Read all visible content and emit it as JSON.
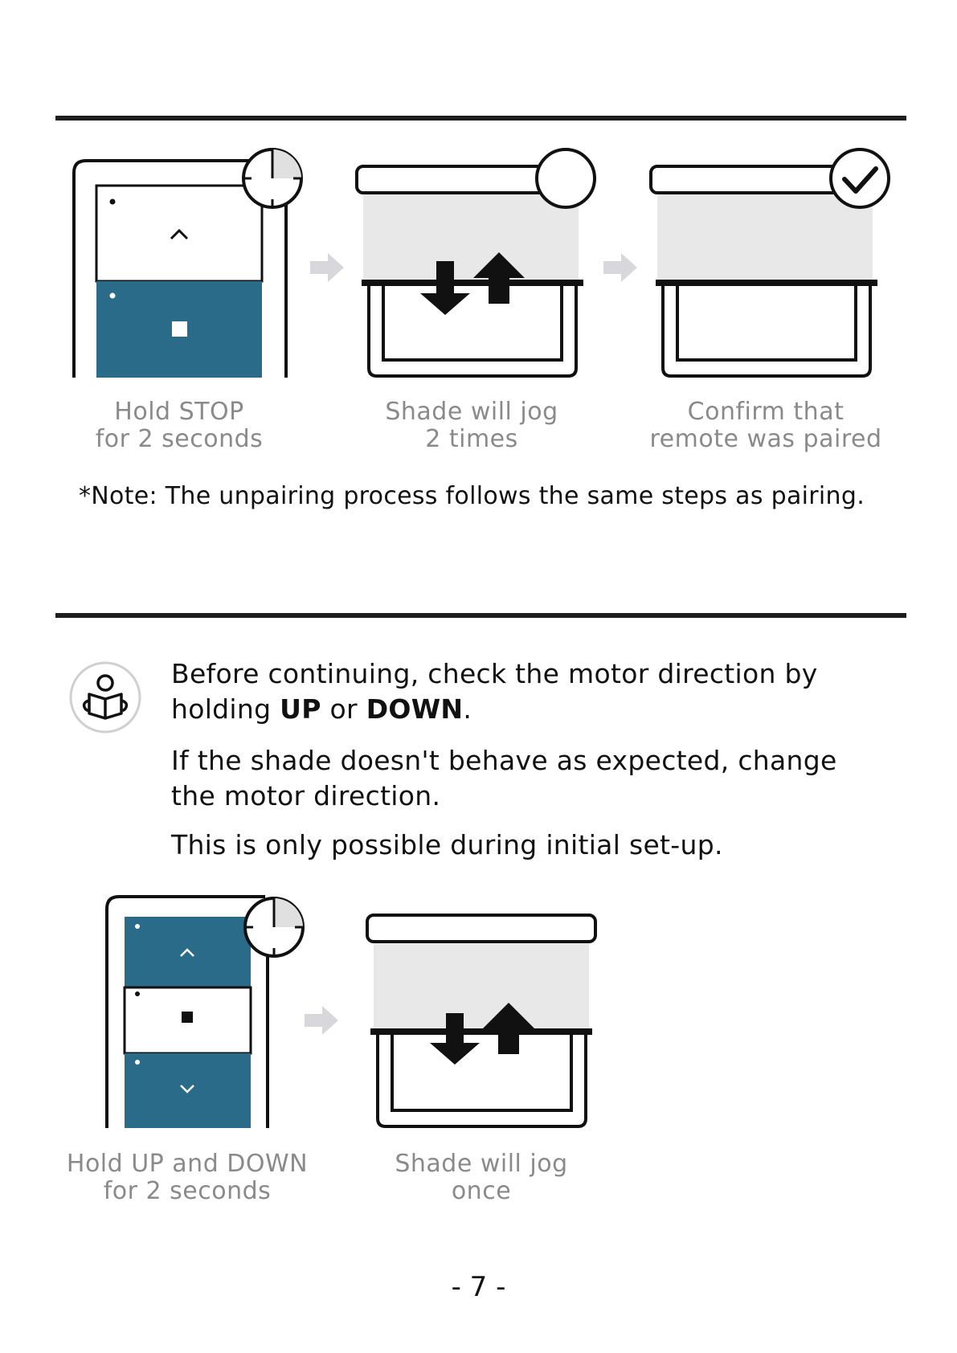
{
  "section1": {
    "steps": [
      {
        "line1": "Hold STOP",
        "line2": "for 2 seconds"
      },
      {
        "line1": "Shade will jog",
        "line2": "2 times"
      },
      {
        "line1": "Confirm that",
        "line2": "remote was paired"
      }
    ],
    "note": "*Note: The unpairing process follows the same steps as pairing."
  },
  "section2": {
    "para1": {
      "before": "Before continuing, check the motor direction by",
      "line2_pre": "holding ",
      "up": "UP",
      "or": " or ",
      "down": "DOWN",
      "end": "."
    },
    "para2": "If the shade doesn't behave as expected, change the motor direction.",
    "para3": "This is only possible during initial set-up.",
    "steps": [
      {
        "line1": "Hold UP and DOWN",
        "line2": "for 2 seconds"
      },
      {
        "line1": "Shade will jog",
        "line2": "once"
      }
    ]
  },
  "page_number": "- 7 -",
  "colors": {
    "accent": "#2a6b8a",
    "shade": "#e8e8e8",
    "arrow": "#d8d8dc",
    "rule": "#1e1e1e",
    "caption": "#8a8a8a"
  }
}
